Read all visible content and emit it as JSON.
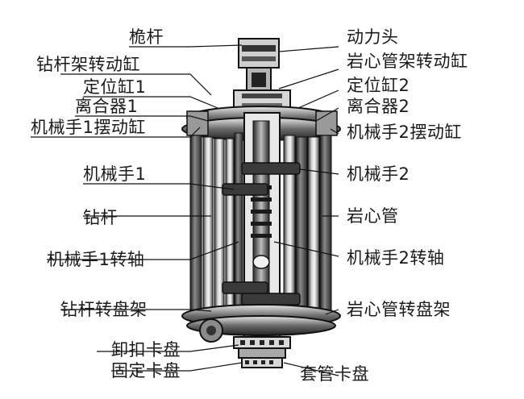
{
  "labels_left": [
    {
      "id": "qiangan",
      "text": "桅杆"
    },
    {
      "id": "zuangan-jia-zhuandong-gang",
      "text": "钻杆架转动缸"
    },
    {
      "id": "dingwei-gang-1",
      "text": "定位缸1"
    },
    {
      "id": "lihe-qi-1",
      "text": "离合器1"
    },
    {
      "id": "jixieshou-1-baidong-gang",
      "text": "机械手1摆动缸"
    },
    {
      "id": "jixieshou-1",
      "text": "机械手1"
    },
    {
      "id": "zuangan",
      "text": "钻杆"
    },
    {
      "id": "jixieshou-1-zhuanzhou",
      "text": "机械手1转轴"
    },
    {
      "id": "zuangan-zhuanpan-jia",
      "text": "钻杆转盘架"
    },
    {
      "id": "xiekou-kapan",
      "text": "卸扣卡盘"
    },
    {
      "id": "guding-kapan",
      "text": "固定卡盘"
    }
  ],
  "labels_right": [
    {
      "id": "dongli-tou",
      "text": "动力头"
    },
    {
      "id": "yanxin-guan-jia-zhuandong-gang",
      "text": "岩心管架转动缸"
    },
    {
      "id": "dingwei-gang-2",
      "text": "定位缸2"
    },
    {
      "id": "lihe-qi-2",
      "text": "离合器2"
    },
    {
      "id": "jixieshou-2-baidong-gang",
      "text": "机械手2摆动缸"
    },
    {
      "id": "jixieshou-2",
      "text": "机械手2"
    },
    {
      "id": "yanxin-guan",
      "text": "岩心管"
    },
    {
      "id": "jixieshou-2-zhuanzhou",
      "text": "机械手2转轴"
    },
    {
      "id": "yanxin-guan-zhuanpan-jia",
      "text": "岩心管转盘架"
    },
    {
      "id": "taoguan-kapan",
      "text": "套管卡盘"
    }
  ]
}
